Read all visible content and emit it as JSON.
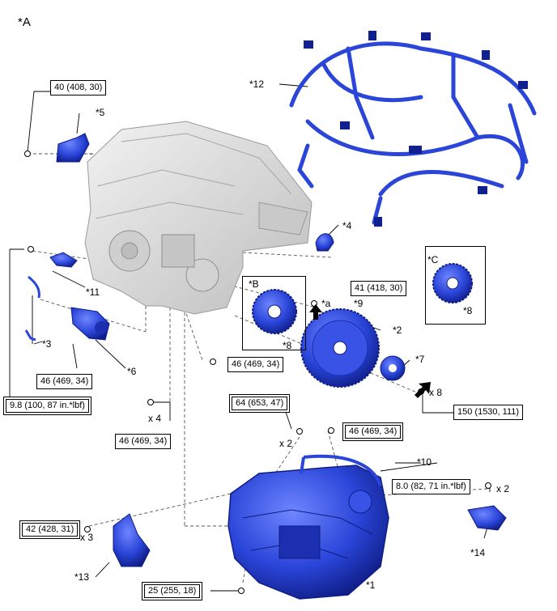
{
  "view_label": "*A",
  "callouts": {
    "c1": "*1",
    "c2": "*2",
    "c3": "*3",
    "c4": "*4",
    "c5": "*5",
    "c6": "*6",
    "c7": "*7",
    "c8_left": "*8",
    "c8_right": "*8",
    "c9": "*9",
    "c10": "*10",
    "c11": "*11",
    "c12": "*12",
    "c13": "*13",
    "c14": "*14",
    "ca": "*a",
    "cB": "*B",
    "cC": "*C"
  },
  "torques": {
    "t40": "40 (408, 30)",
    "t41": "41 (418, 30)",
    "t46_a": "46 (469, 34)",
    "t46_b": "46 (469, 34)",
    "t46_c": "46 (469, 34)",
    "t46_d": "46 (469, 34)",
    "t98": "9.8 (100, 87 in.*lbf)",
    "t64": "64 (653, 47)",
    "t150": "150 (1530, 111)",
    "t80": "8.0 (82, 71 in.*lbf)",
    "t42": "42 (428, 31)",
    "t25": "25 (255, 18)"
  },
  "quantities": {
    "q8": "x 8",
    "q4": "x 4",
    "q2_a": "x 2",
    "q2_b": "x 2",
    "q3": "x 3"
  },
  "colors": {
    "part_blue": "#2a45d8",
    "part_dark": "#10208f",
    "engine_gray": "#d9d9d9"
  }
}
